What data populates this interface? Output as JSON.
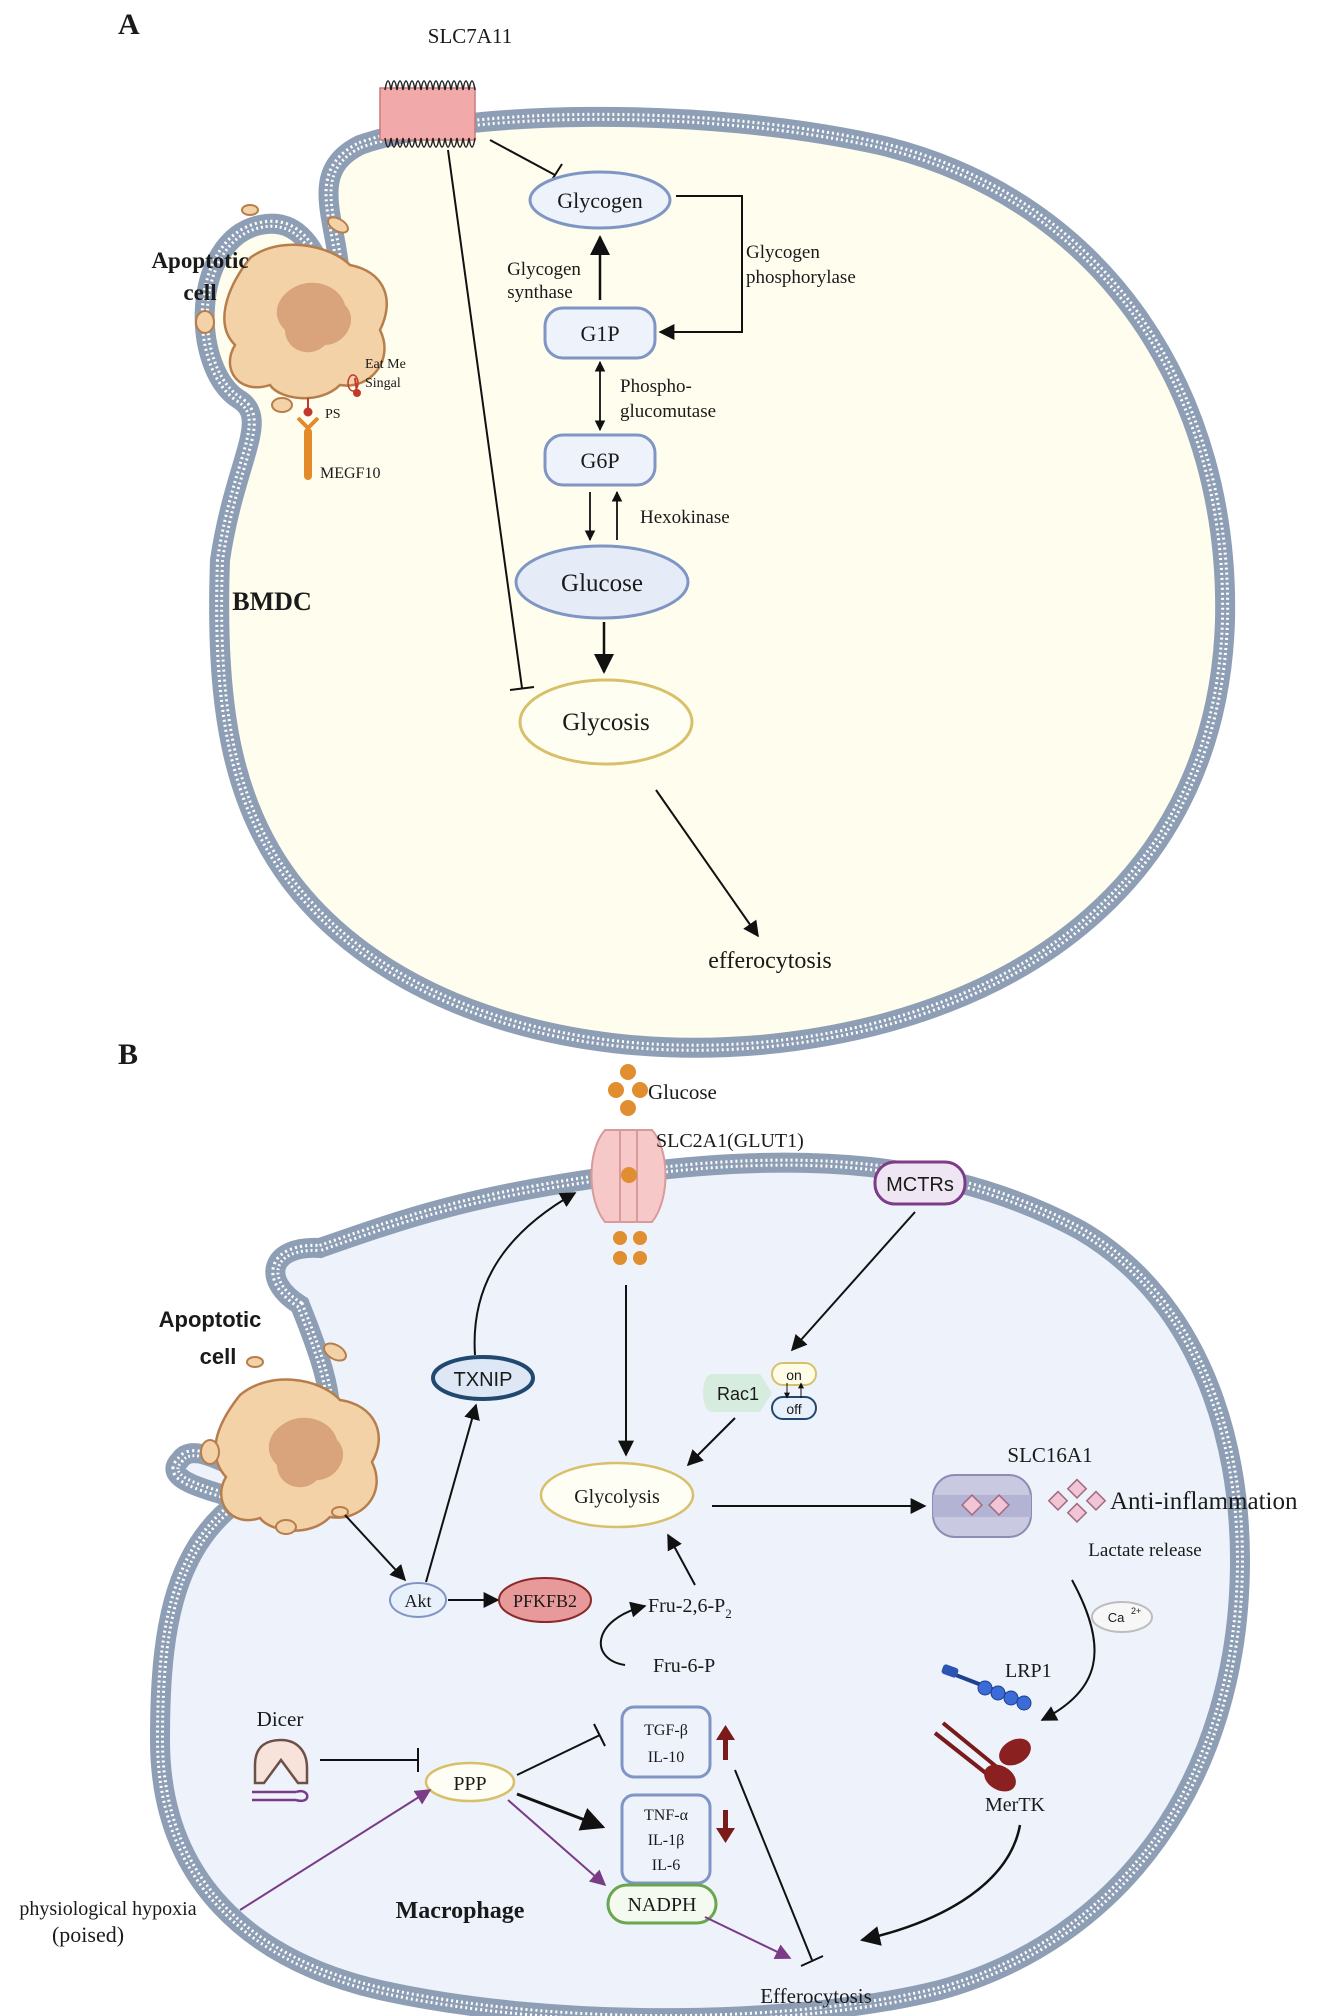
{
  "panel_a": {
    "letter": "A",
    "transporter": "SLC7A11",
    "glycogen": "Glycogen",
    "glycogen_synthase": [
      "Glycogen",
      "synthase"
    ],
    "glycogen_phosphorylase": [
      "Glycogen",
      "phosphorylase"
    ],
    "g1p": "G1P",
    "phosphoglucomutase": [
      "Phospho-",
      "glucomutase"
    ],
    "g6p": "G6P",
    "hexokinase": "Hexokinase",
    "glucose": "Glucose",
    "glycosis": "Glycosis",
    "efferocytosis": "efferocytosis",
    "apoptotic_cell": [
      "Apoptotic",
      "cell"
    ],
    "eat_me_signal": [
      "Eat Me",
      "Singal"
    ],
    "ps": "PS",
    "receptor": "MEGF10",
    "cell_type": "BMDC"
  },
  "panel_b": {
    "letter": "B",
    "glucose": "Glucose",
    "transporter": "SLC2A1(GLUT1)",
    "mctrs": "MCTRs",
    "txnip": "TXNIP",
    "rac1": "Rac1",
    "rac1_on": "on",
    "rac1_off": "off",
    "glycolysis": "Glycolysis",
    "slc16a1": "SLC16A1",
    "anti_inflammation": "Anti-inflammation",
    "lactate_release": "Lactate release",
    "calcium": "Ca",
    "calcium_sup": "2+",
    "apoptotic_cell": [
      "Apoptotic",
      "cell"
    ],
    "akt": "Akt",
    "pfkfb2": "PFKFB2",
    "fru26p2": "Fru-2,6-P",
    "fru26p2_sub": "2",
    "fru6p": "Fru-6-P",
    "lrp1": "LRP1",
    "mertk": "MerTK",
    "dicer": "Dicer",
    "ppp": "PPP",
    "anti_cytokines": [
      "TGF-β",
      "IL-10"
    ],
    "pro_cytokines": [
      "TNF-α",
      "IL-1β",
      "IL-6"
    ],
    "nadph": "NADPH",
    "hypoxia": "physiological hypoxia",
    "hypoxia_note": "(poised)",
    "cell_type": "Macrophage",
    "efferocytosis": "Efferocytosis"
  },
  "colors": {
    "cell_fill_a": "#fefdee",
    "cell_fill_b": "#edf2fb",
    "membrane": "#8e9fb5",
    "apoptotic_fill": "#f3d2a8",
    "apoptotic_stroke": "#b77e4c",
    "node_stroke": "#7f96c4",
    "node_fill": "#eef2fb",
    "glycolysis_stroke": "#d8c06a",
    "txnip_stroke": "#21486f",
    "pfkfb2_fill": "#e89a9a",
    "mctrs_stroke": "#7d3c86",
    "nadph_stroke": "#6aa64d",
    "purple_arrow": "#7a3c86",
    "dark_red": "#7a1a1a",
    "glucose_dot": "#e08e2f"
  }
}
